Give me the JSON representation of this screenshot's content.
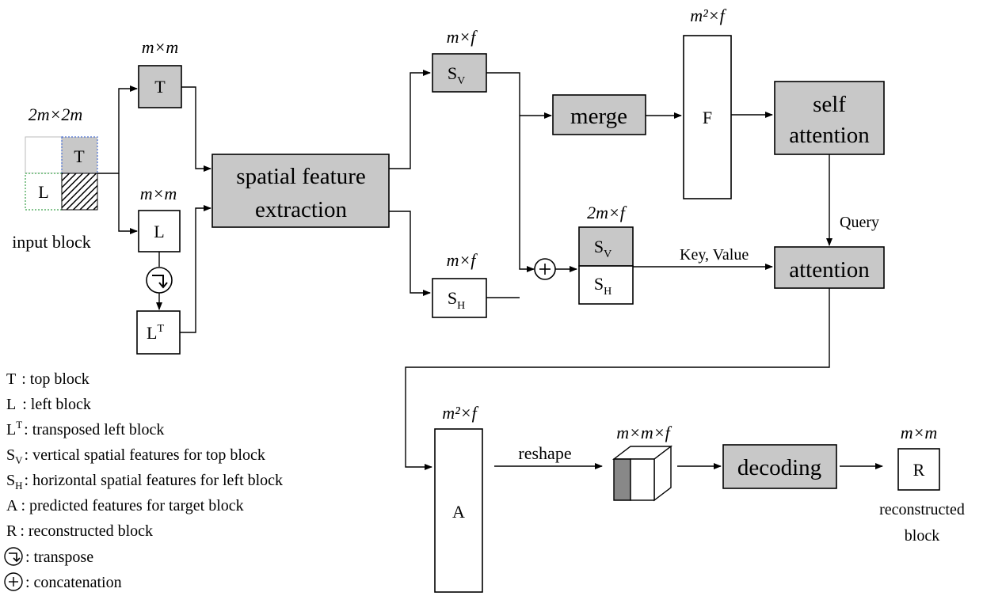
{
  "input": {
    "dims": "2m×2m",
    "cell_T": "T",
    "cell_L": "L",
    "caption": "input block"
  },
  "top_branch": {
    "dims": "m×m",
    "label": "T"
  },
  "left_branch": {
    "dims": "m×m",
    "label": "L",
    "transposed_base": "L",
    "transposed_sup": "T"
  },
  "sfe": {
    "line1": "spatial feature",
    "line2": "extraction"
  },
  "sv_top": {
    "dims": "m×f",
    "base": "S",
    "sub": "V"
  },
  "sh_bottom": {
    "dims": "m×f",
    "base": "S",
    "sub": "H"
  },
  "merge": {
    "label": "merge"
  },
  "F": {
    "dims": "m²×f",
    "label": "F"
  },
  "self_attention": {
    "line1": "self",
    "line2": "attention"
  },
  "concat_block": {
    "dims": "2m×f",
    "top_base": "S",
    "top_sub": "V",
    "bottom_base": "S",
    "bottom_sub": "H"
  },
  "query_label": "Query",
  "kv_label": "Key, Value",
  "attention": {
    "label": "attention"
  },
  "A": {
    "dims": "m²×f",
    "label": "A"
  },
  "reshape_label": "reshape",
  "cube_dims": "m×m×f",
  "decoding": {
    "label": "decoding"
  },
  "R": {
    "dims": "m×m",
    "label": "R",
    "caption_line1": "reconstructed",
    "caption_line2": "block"
  },
  "legend": [
    {
      "sym": "T",
      "sub": "",
      "sup": "",
      "text": ": top block"
    },
    {
      "sym": "L",
      "sub": "",
      "sup": "",
      "text": ": left block"
    },
    {
      "sym": "L",
      "sub": "",
      "sup": "T",
      "text": ": transposed  left block"
    },
    {
      "sym": "S",
      "sub": "V",
      "sup": "",
      "text": ": vertical spatial features for top block"
    },
    {
      "sym": "S",
      "sub": "H",
      "sup": "",
      "text": ": horizontal spatial features for left block"
    },
    {
      "sym": "A",
      "sub": "",
      "sup": "",
      "text": ": predicted features for target block"
    },
    {
      "sym": "R",
      "sub": "",
      "sup": "",
      "text": ": reconstructed  block"
    },
    {
      "sym": "",
      "sub": "",
      "sup": "",
      "text": ": transpose",
      "icon": "transpose-icon"
    },
    {
      "sym": "",
      "sub": "",
      "sup": "",
      "text": ": concatenation",
      "icon": "concat-icon"
    }
  ],
  "colors": {
    "box_fill": "#c8c8c8",
    "stroke": "#000000",
    "input_T_border": "#4a6fd0",
    "input_L_border": "#3aa04a"
  }
}
